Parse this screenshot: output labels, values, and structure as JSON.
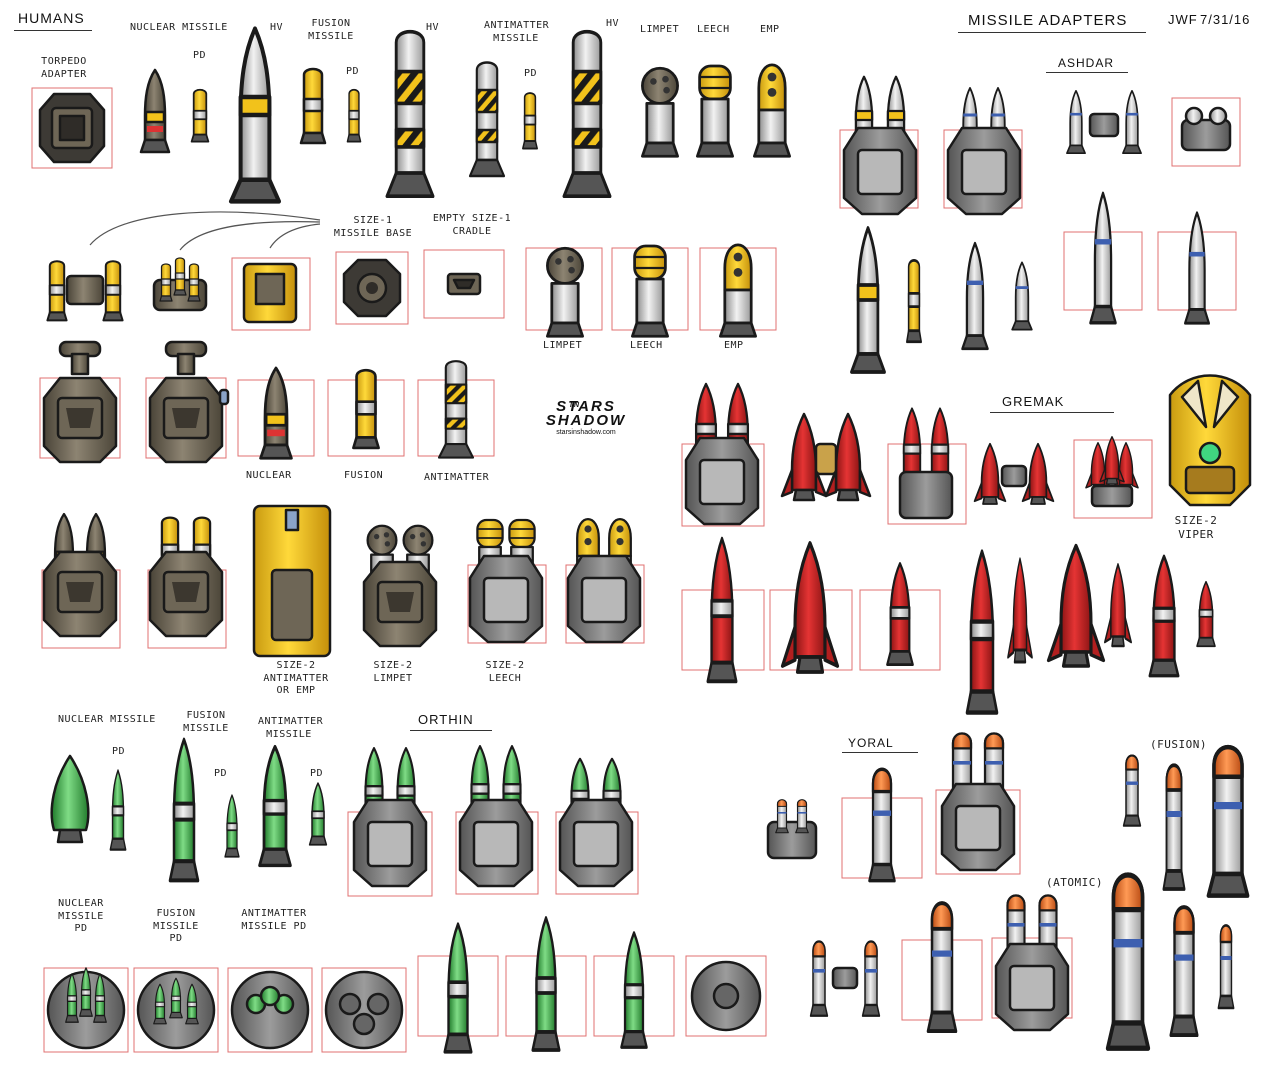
{
  "sheet": {
    "title": "MISSILE ADAPTERS",
    "signature": "JWF",
    "date": "7/31/16"
  },
  "sections": {
    "humans": "HUMANS",
    "ashdar": "ASHDAR",
    "gremak": "GREMAK",
    "orthin": "ORTHIN",
    "yoral": "YORAL"
  },
  "humans": {
    "torpedo_adapter": "TORPEDO ADAPTER",
    "nuclear_missile": "NUCLEAR MISSILE",
    "pd_1": "PD",
    "hv_1": "HV",
    "fusion_missile": "FUSION MISSILE",
    "pd_2": "PD",
    "hv_2": "HV",
    "antimatter_missile": "ANTIMATTER MISSILE",
    "pd_3": "PD",
    "hv_3": "HV",
    "limpet": "LIMPET",
    "leech": "LEECH",
    "emp": "EMP",
    "size1_missile_base": "SIZE-1 MISSILE BASE",
    "empty_size1_cradle": "EMPTY SIZE-1 CRADLE",
    "limpet_2": "LIMPET",
    "leech_2": "LEECH",
    "emp_2": "EMP",
    "nuclear": "NUCLEAR",
    "fusion": "FUSION",
    "antimatter": "ANTIMATTER",
    "size2_antimatter_or_emp": "SIZE-2 ANTIMATTER OR EMP",
    "size2_limpet": "SIZE-2 LIMPET",
    "size2_leech": "SIZE-2 LEECH"
  },
  "orthin": {
    "nuclear_missile": "NUCLEAR MISSILE",
    "pd_1": "PD",
    "fusion_missile": "FUSION MISSILE",
    "pd_2": "PD",
    "antimatter_missile": "ANTIMATTER MISSILE",
    "pd_3": "PD",
    "nuclear_missile_pd": "NUCLEAR MISSILE PD",
    "fusion_missile_pd": "FUSION MISSILE PD",
    "antimatter_missile_pd": "ANTIMATTER MISSILE PD"
  },
  "gremak": {
    "size2_viper": "SIZE-2 VIPER"
  },
  "yoral": {
    "fusion": "(FUSION)",
    "atomic": "(ATOMIC)"
  },
  "logo": {
    "line1": "STARS",
    "line2": "SHADOW",
    "in": "IN",
    "url": "starsinshadow.com"
  },
  "colors": {
    "human_yellow": "#f2c21b",
    "human_bronze": "#6b6254",
    "gremak_red": "#d42a2a",
    "orthin_green": "#3fae4a",
    "yoral_orange": "#f0722a",
    "ashdar_blue": "#3d5fb0",
    "frame_red": "#e07070"
  }
}
